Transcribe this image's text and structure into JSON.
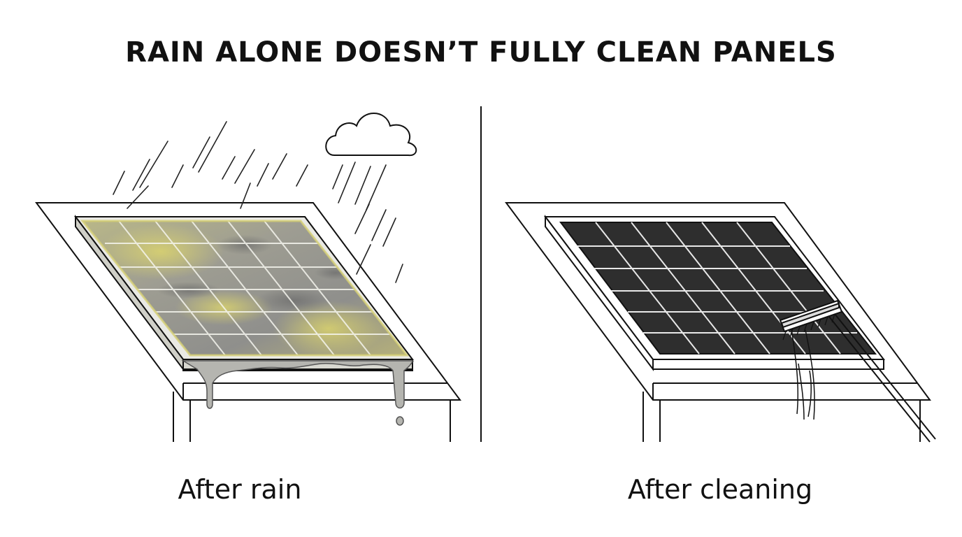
{
  "title": "RAIN ALONE DOESN’T FULLY CLEAN PANELS",
  "panels": [
    {
      "caption": "After rain",
      "state": "dirty",
      "panel_color": "#9a9a92",
      "stain_color": "#d9d27a"
    },
    {
      "caption": "After cleaning",
      "state": "clean",
      "panel_color": "#2e2e2e"
    }
  ],
  "icons": {
    "weather": "rain-cloud-icon",
    "tool": "scrub-brush-icon"
  },
  "colors": {
    "ink": "#111111",
    "background": "#ffffff"
  }
}
